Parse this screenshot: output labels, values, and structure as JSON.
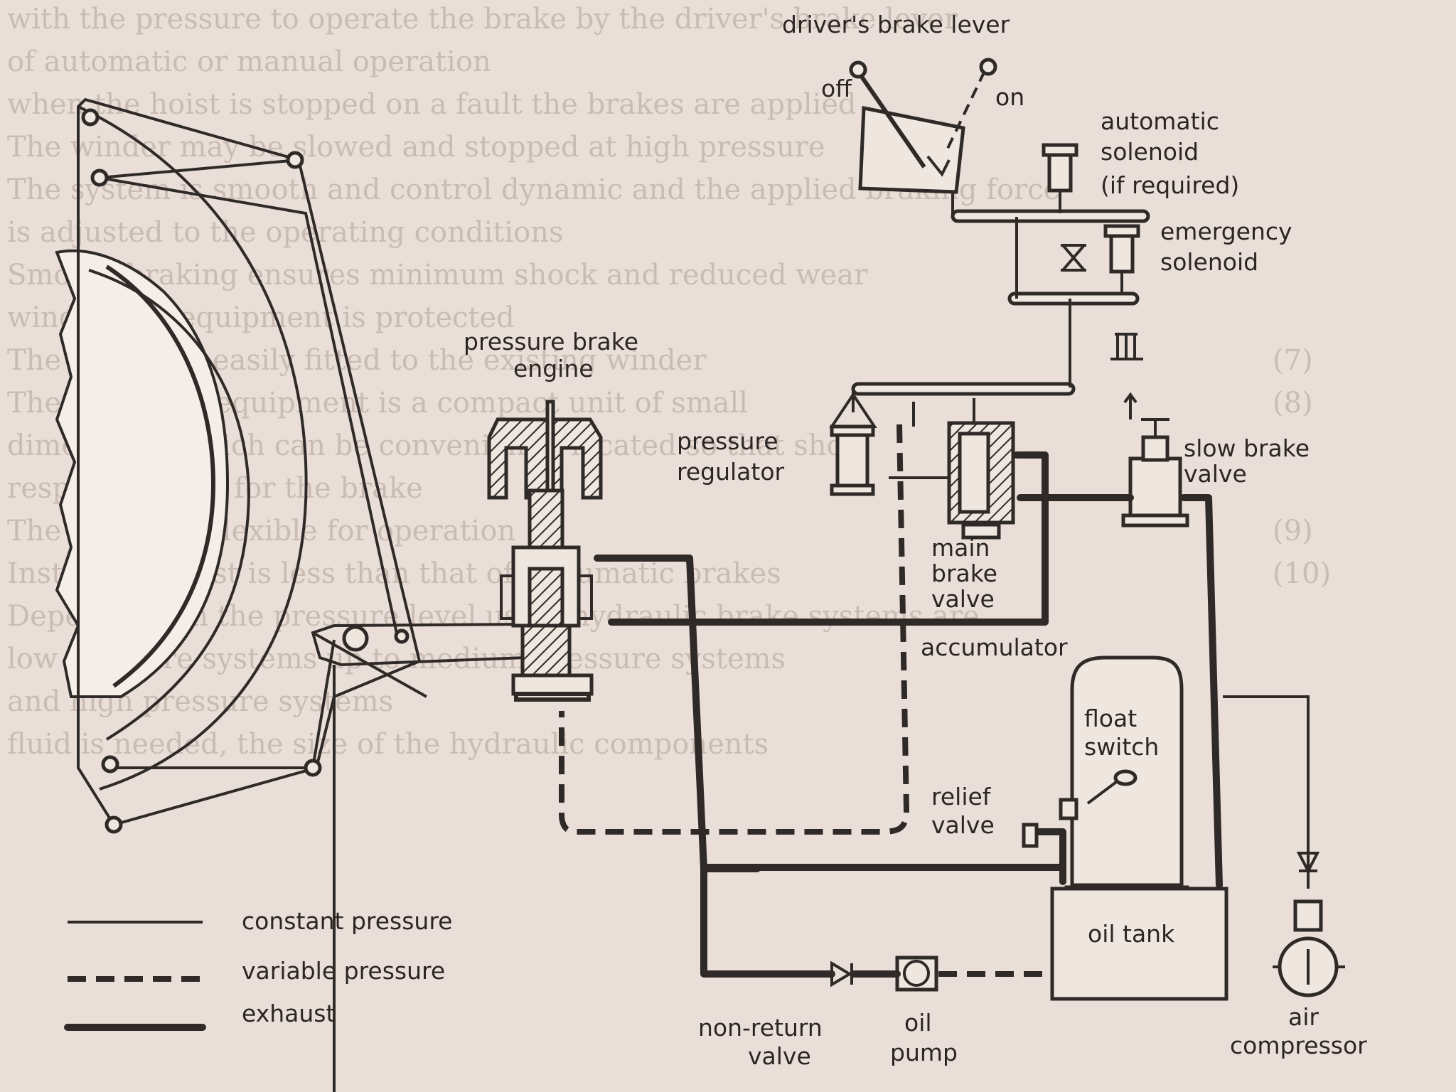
{
  "diagram": {
    "labels": {
      "brake_lever": "driver's brake lever",
      "off": "off",
      "on": "on",
      "auto_solenoid_1": "automatic",
      "auto_solenoid_2": "solenoid",
      "auto_solenoid_3": "(if required)",
      "emergency_1": "emergency",
      "emergency_2": "solenoid",
      "engine_1": "pressure brake",
      "engine_2": "engine",
      "regulator_1": "pressure",
      "regulator_2": "regulator",
      "slow_valve_1": "slow brake",
      "slow_valve_2": "valve",
      "main_valve_1": "main",
      "main_valve_2": "brake",
      "main_valve_3": "valve",
      "accumulator": "accumulator",
      "float_1": "float",
      "float_2": "switch",
      "relief_1": "relief",
      "relief_2": "valve",
      "oil_tank": "oil tank",
      "non_return_1": "non-return",
      "non_return_2": "valve",
      "oil_pump_1": "oil",
      "oil_pump_2": "pump",
      "air_comp_1": "air",
      "air_comp_2": "compressor"
    },
    "legend": [
      {
        "label": "constant pressure",
        "style": "solid-thin"
      },
      {
        "label": "variable pressure",
        "style": "dashed"
      },
      {
        "label": "exhaust",
        "style": "solid-thick"
      }
    ]
  },
  "background_text": {
    "l1": "with the pressure to operate the brake by the driver's brake lever",
    "l2": "of automatic or manual operation",
    "l3": "when the hoist is stopped on a fault the brakes are applied",
    "l4": "The winder may be slowed and stopped at high pressure",
    "l5": "The system is smooth and control dynamic and the applied braking force",
    "l6": "is adjusted to the operating conditions",
    "l7": "Smooth braking ensures minimum shock and reduced wear",
    "l8": "winder and equipment is protected",
    "l9": "The system is easily fitted to the existing winder",
    "l10": "The hydraulic equipment is a compact unit of small",
    "l11": "dimensions which can be conveniently located so that short",
    "l12": "response times for the brake",
    "l13": "The system is flexible for operation",
    "l14": "Installation cost is less than that of pneumatic brakes",
    "l15": "Depending on the pressure level used, hydraulic brake systems are",
    "l16": "low pressure systems up to medium pressure systems",
    "l17": "and high pressure systems",
    "l18": "fluid is needed, the size of the hydraulic components",
    "n7": "(7)",
    "n8": "(8)",
    "n9": "(9)",
    "n10": "(10)"
  }
}
